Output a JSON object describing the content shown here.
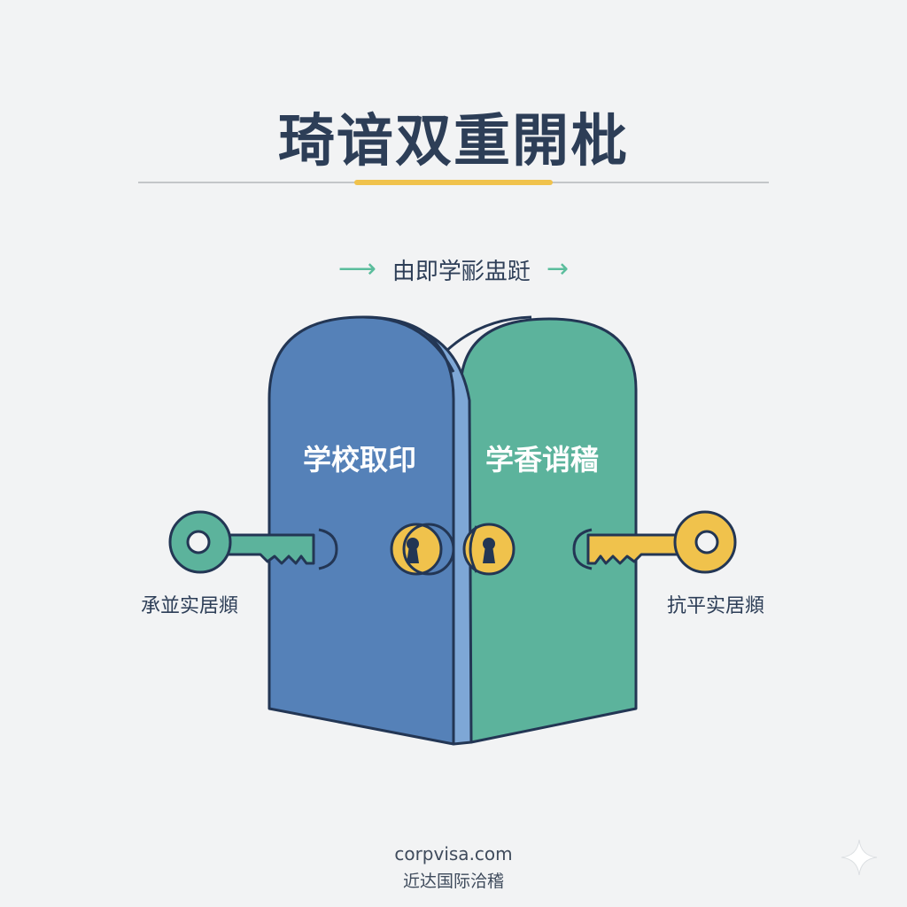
{
  "title": "琦谙双重開枇",
  "subtitle": "由即学彨盅跹",
  "doors": {
    "left": {
      "label": "学校取印",
      "color": "#5581b8"
    },
    "right": {
      "label": "学香诮穑",
      "color": "#5cb39c"
    }
  },
  "keys": {
    "left": {
      "label": "承並实居頫",
      "color": "#5cb39c"
    },
    "right": {
      "label": "抗平实居頫",
      "color": "#f0c24c"
    }
  },
  "footer": {
    "url": "corpvisa.com",
    "name": "近达国际洽稽"
  },
  "colors": {
    "outline": "#233654",
    "accent_gold": "#f0c24c",
    "accent_green": "#5bbd9c",
    "text": "#2d3e57"
  }
}
